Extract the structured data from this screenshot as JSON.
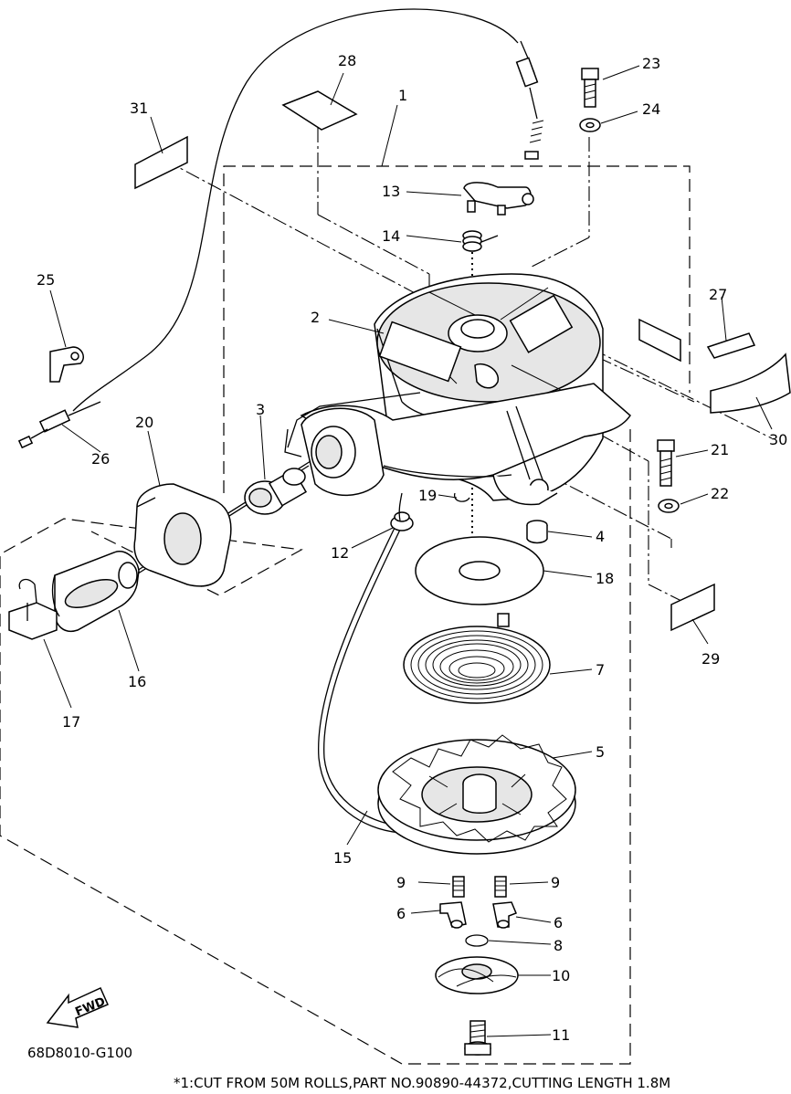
{
  "diagram": {
    "callouts": {
      "c1": "1",
      "c2": "2",
      "c3": "3",
      "c4": "4",
      "c5": "5",
      "c6a": "6",
      "c6b": "6",
      "c7": "7",
      "c8": "8",
      "c9a": "9",
      "c9b": "9",
      "c10": "10",
      "c11": "11",
      "c12": "12",
      "c13": "13",
      "c14": "14",
      "c15": "15",
      "c16": "16",
      "c17": "17",
      "c18": "18",
      "c19": "19",
      "c20": "20",
      "c21": "21",
      "c22": "22",
      "c23": "23",
      "c24": "24",
      "c25": "25",
      "c26": "26",
      "c27": "27",
      "c28": "28",
      "c29": "29",
      "c30": "30",
      "c31": "31"
    },
    "fwd_label": "FWD",
    "drawing_code": "68D8010-G100",
    "footnote": "*1:CUT FROM 50M ROLLS,PART NO.90890-44372,CUTTING LENGTH 1.8M"
  }
}
